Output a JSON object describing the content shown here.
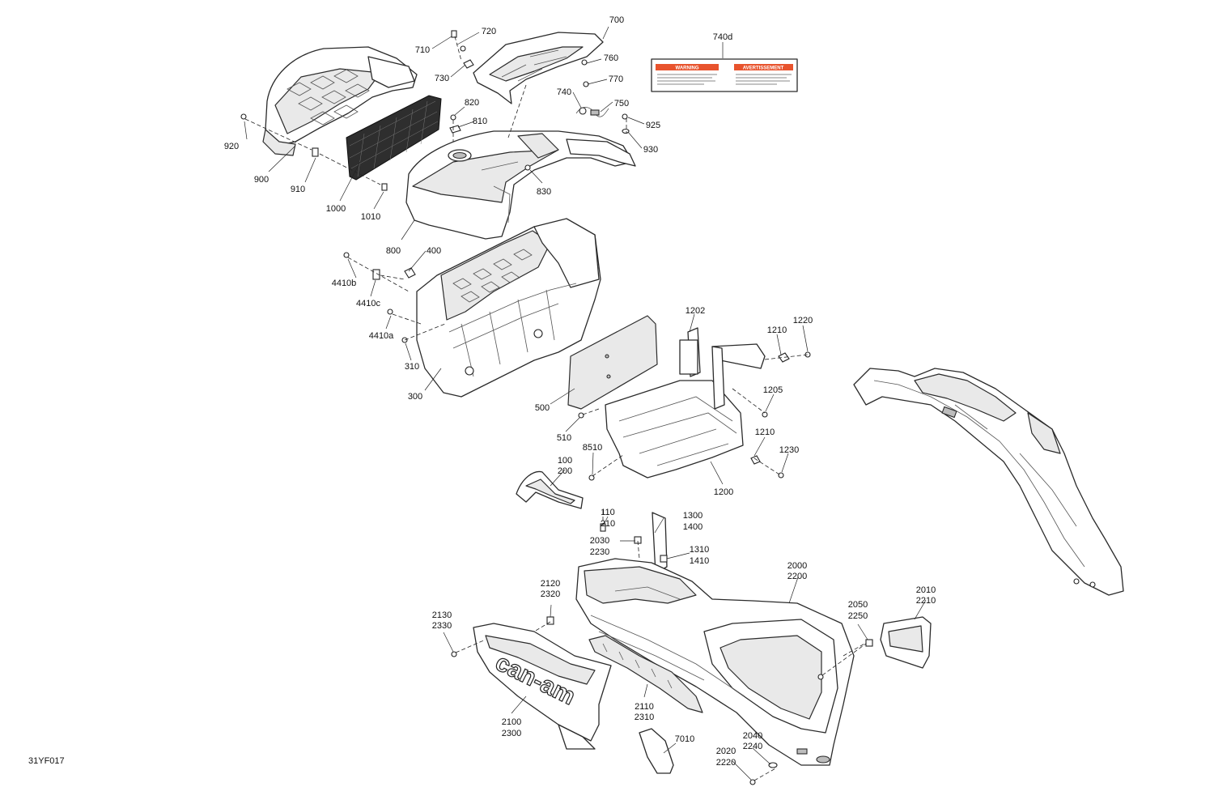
{
  "figure_code": "31YF017",
  "brand_text": "can-am",
  "warning_label": {
    "left_title": "WARNING",
    "right_title": "AVERTISSEMENT",
    "accent_color": "#e8532d"
  },
  "callouts": [
    {
      "id": "c-700",
      "text": "700"
    },
    {
      "id": "c-710",
      "text": "710"
    },
    {
      "id": "c-720",
      "text": "720"
    },
    {
      "id": "c-730",
      "text": "730"
    },
    {
      "id": "c-740d",
      "text": "740d"
    },
    {
      "id": "c-760",
      "text": "760"
    },
    {
      "id": "c-770",
      "text": "770"
    },
    {
      "id": "c-740",
      "text": "740"
    },
    {
      "id": "c-750",
      "text": "750"
    },
    {
      "id": "c-820",
      "text": "820"
    },
    {
      "id": "c-810",
      "text": "810"
    },
    {
      "id": "c-925",
      "text": "925"
    },
    {
      "id": "c-930",
      "text": "930"
    },
    {
      "id": "c-920",
      "text": "920"
    },
    {
      "id": "c-900",
      "text": "900"
    },
    {
      "id": "c-910",
      "text": "910"
    },
    {
      "id": "c-1000",
      "text": "1000"
    },
    {
      "id": "c-1010",
      "text": "1010"
    },
    {
      "id": "c-830",
      "text": "830"
    },
    {
      "id": "c-800",
      "text": "800"
    },
    {
      "id": "c-400",
      "text": "400"
    },
    {
      "id": "c-4410b",
      "text": "4410b"
    },
    {
      "id": "c-4410c",
      "text": "4410c"
    },
    {
      "id": "c-4410a",
      "text": "4410a"
    },
    {
      "id": "c-310",
      "text": "310"
    },
    {
      "id": "c-300",
      "text": "300"
    },
    {
      "id": "c-1202",
      "text": "1202"
    },
    {
      "id": "c-1210a",
      "text": "1210"
    },
    {
      "id": "c-1220",
      "text": "1220"
    },
    {
      "id": "c-1205",
      "text": "1205"
    },
    {
      "id": "c-1210b",
      "text": "1210"
    },
    {
      "id": "c-1230",
      "text": "1230"
    },
    {
      "id": "c-1200",
      "text": "1200"
    },
    {
      "id": "c-500",
      "text": "500"
    },
    {
      "id": "c-510",
      "text": "510"
    },
    {
      "id": "c-8510",
      "text": "8510"
    },
    {
      "id": "c-100",
      "text": "100"
    },
    {
      "id": "c-200",
      "text": "200"
    },
    {
      "id": "c-110",
      "text": "110"
    },
    {
      "id": "c-210",
      "text": "210"
    },
    {
      "id": "c-1300",
      "text": "1300"
    },
    {
      "id": "c-1400",
      "text": "1400"
    },
    {
      "id": "c-2030",
      "text": "2030"
    },
    {
      "id": "c-2230",
      "text": "2230"
    },
    {
      "id": "c-1310",
      "text": "1310"
    },
    {
      "id": "c-1410",
      "text": "1410"
    },
    {
      "id": "c-2000",
      "text": "2000"
    },
    {
      "id": "c-2200",
      "text": "2200"
    },
    {
      "id": "c-2010",
      "text": "2010"
    },
    {
      "id": "c-2210",
      "text": "2210"
    },
    {
      "id": "c-2120",
      "text": "2120"
    },
    {
      "id": "c-2320",
      "text": "2320"
    },
    {
      "id": "c-2130",
      "text": "2130"
    },
    {
      "id": "c-2330",
      "text": "2330"
    },
    {
      "id": "c-2050",
      "text": "2050"
    },
    {
      "id": "c-2250",
      "text": "2250"
    },
    {
      "id": "c-2110",
      "text": "2110"
    },
    {
      "id": "c-2310",
      "text": "2310"
    },
    {
      "id": "c-2100",
      "text": "2100"
    },
    {
      "id": "c-2300",
      "text": "2300"
    },
    {
      "id": "c-7010",
      "text": "7010"
    },
    {
      "id": "c-2040",
      "text": "2040"
    },
    {
      "id": "c-2240",
      "text": "2240"
    },
    {
      "id": "c-2020",
      "text": "2020"
    },
    {
      "id": "c-2220",
      "text": "2220"
    }
  ]
}
